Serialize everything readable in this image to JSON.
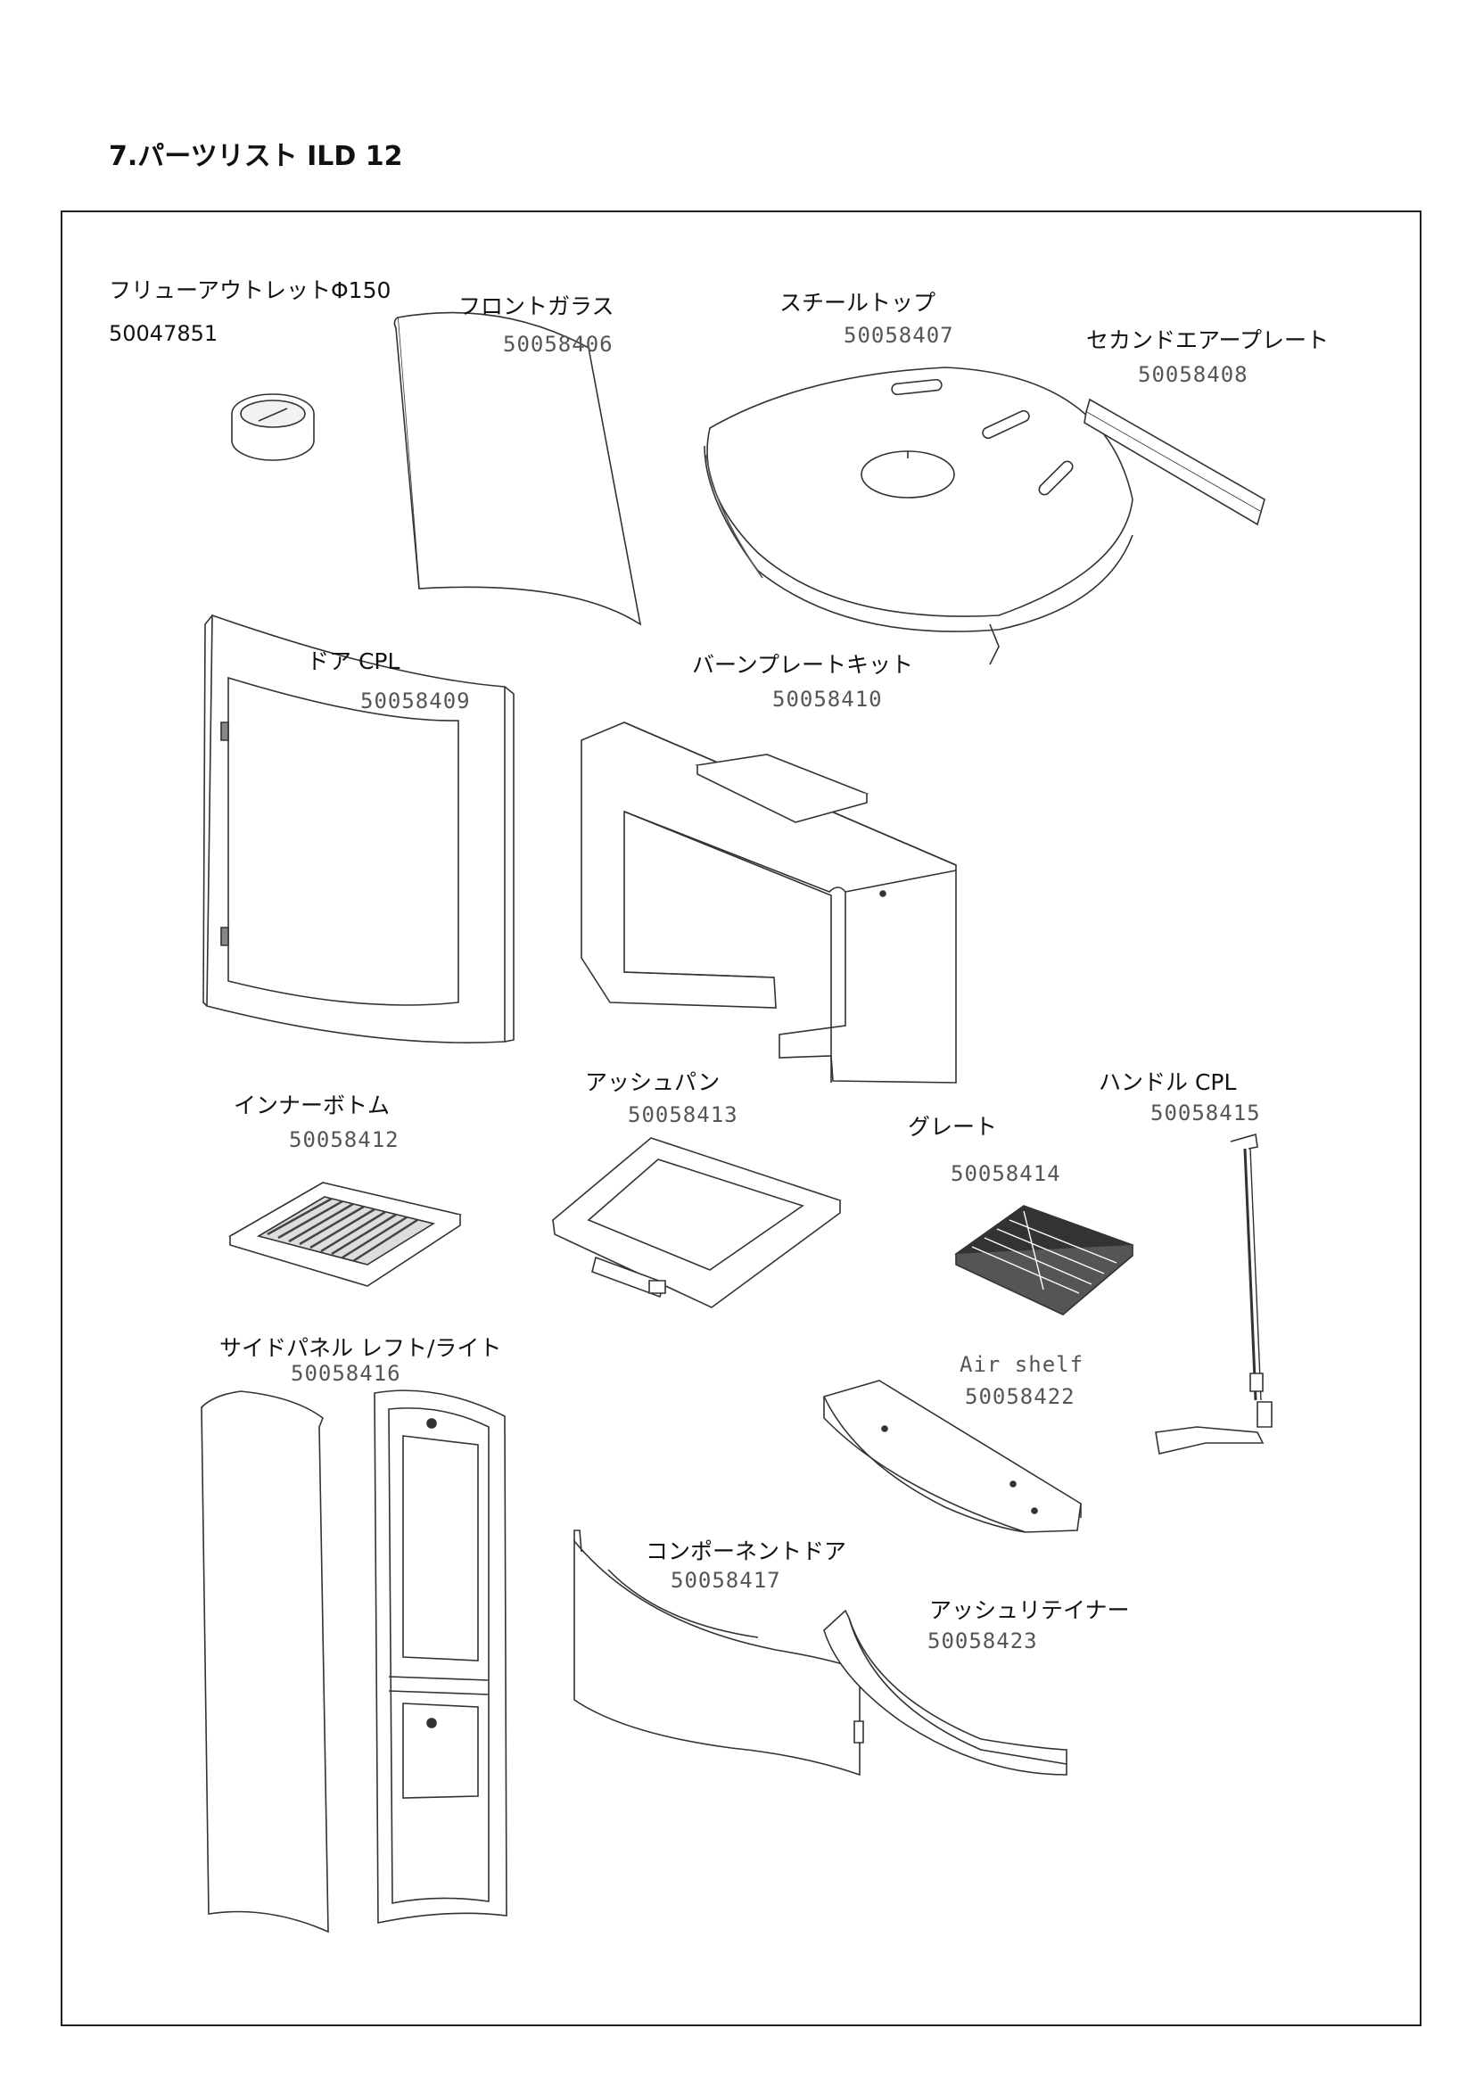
{
  "page": {
    "title": "7.パーツリスト ILD 12"
  },
  "parts": [
    {
      "id": "flue",
      "name": "フリューアウトレットΦ150",
      "number": "50047851"
    },
    {
      "id": "glass",
      "name": "フロントガラス",
      "number": "50058406"
    },
    {
      "id": "top",
      "name": "スチールトップ",
      "number": "50058407"
    },
    {
      "id": "second_air",
      "name": "セカンドエアープレート",
      "number": "50058408"
    },
    {
      "id": "door",
      "name": "ドア CPL",
      "number": "50058409"
    },
    {
      "id": "burn_kit",
      "name": "バーンプレートキット",
      "number": "50058410"
    },
    {
      "id": "inner_bottom",
      "name": "インナーボトム",
      "number": "50058412"
    },
    {
      "id": "ashpan",
      "name": "アッシュパン",
      "number": "50058413"
    },
    {
      "id": "grate",
      "name": "グレート",
      "number": "50058414"
    },
    {
      "id": "handle",
      "name": "ハンドル CPL",
      "number": "50058415"
    },
    {
      "id": "side_panel",
      "name": "サイドパネル レフト/ライト",
      "number": "50058416"
    },
    {
      "id": "air_shelf",
      "name": "Air shelf",
      "number": "50058422"
    },
    {
      "id": "component_door",
      "name": "コンポーネントドア",
      "number": "50058417"
    },
    {
      "id": "ash_retainer",
      "name": "アッシュリテイナー",
      "number": "50058423"
    }
  ]
}
